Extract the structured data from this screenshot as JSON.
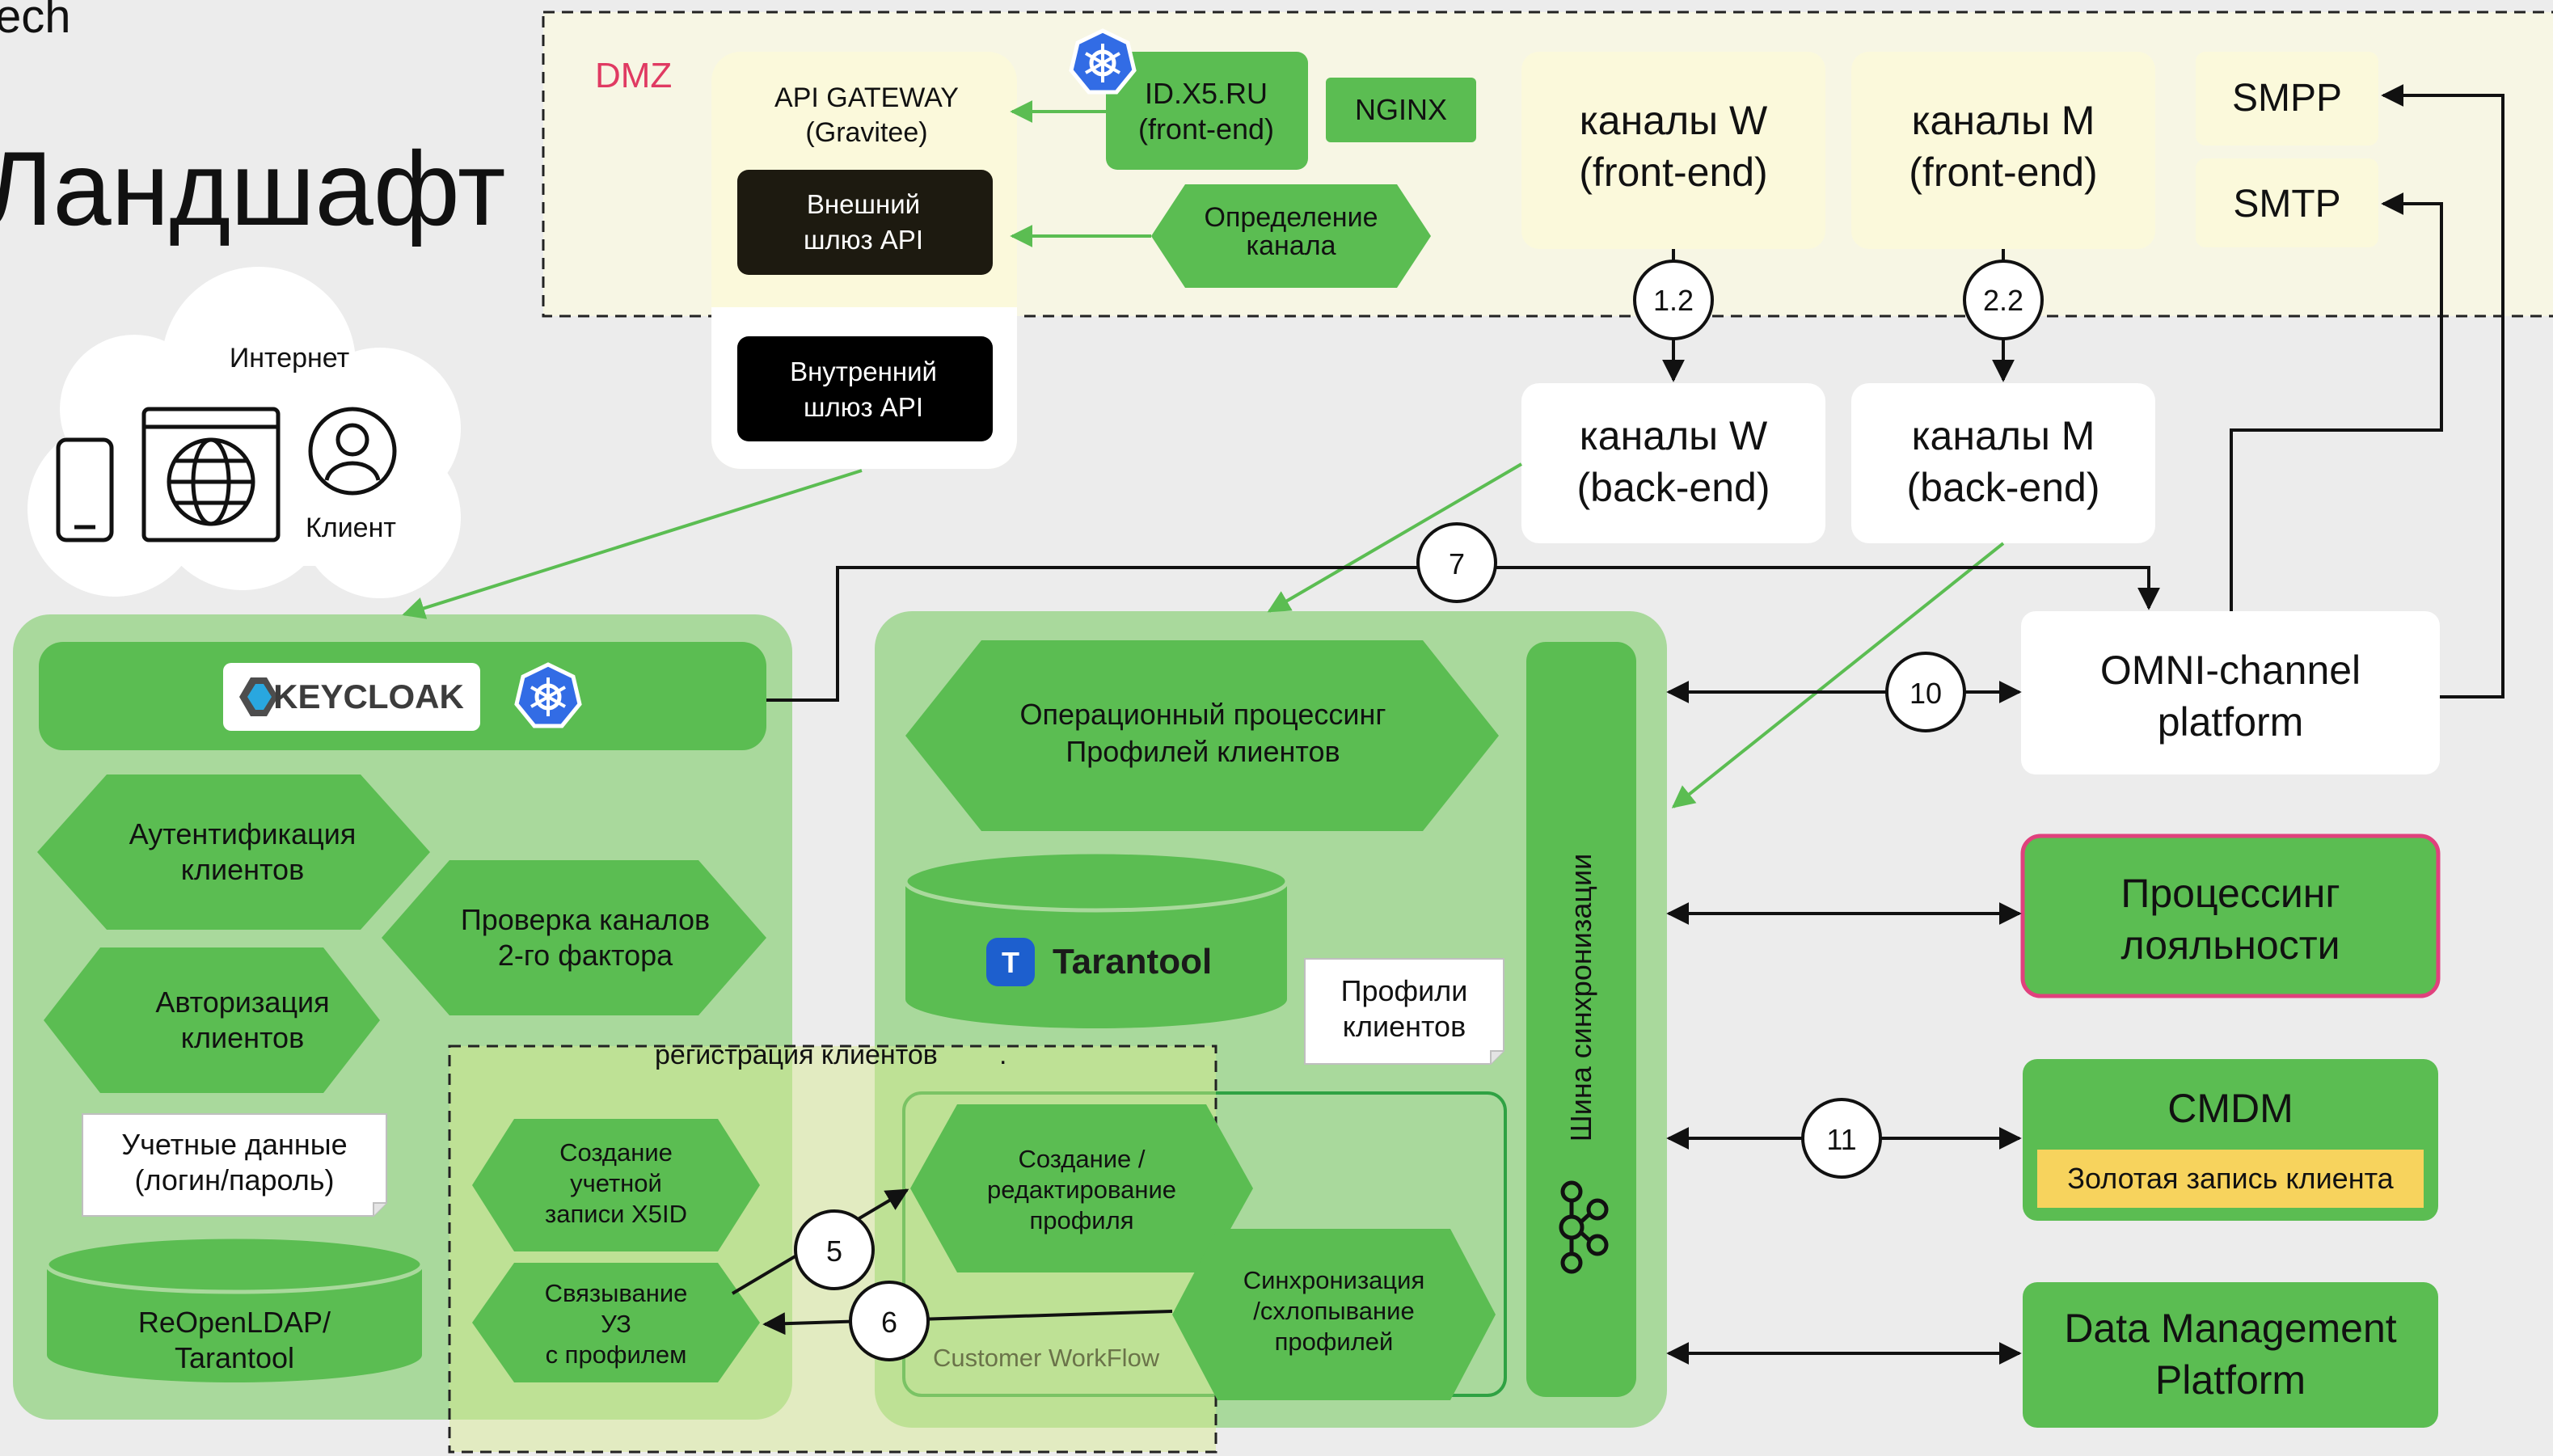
{
  "header": {
    "brand_fragment": "ech",
    "page_title": "Ландшафт"
  },
  "dmz": {
    "label": "DMZ",
    "api_gateway": {
      "title": "API GATEWAY",
      "subtitle": "(Gravitee)"
    },
    "external_gateway": [
      "Внешний",
      "шлюз API"
    ],
    "internal_gateway": [
      "Внутренний",
      "шлюз API"
    ],
    "id_x5": [
      "ID.X5.RU",
      "(front-end)"
    ],
    "nginx": "NGINX",
    "channel_detection": [
      "Определение",
      "канала"
    ],
    "channels_w_front": [
      "каналы W",
      "(front-end)"
    ],
    "channels_m_front": [
      "каналы М",
      "(front-end)"
    ],
    "smpp": "SMPP",
    "smtp": "SMTP"
  },
  "internet": {
    "label": "Интернет",
    "client": "Клиент"
  },
  "backends": {
    "channels_w_back": [
      "каналы W",
      "(back-end)"
    ],
    "channels_m_back": [
      "каналы М",
      "(back-end)"
    ]
  },
  "steps": {
    "s12": "1.2",
    "s22": "2.2",
    "s7": "7",
    "s10": "10",
    "s11": "11",
    "s5": "5",
    "s6": "6"
  },
  "auth_zone": {
    "keycloak": "KEYCLOAK",
    "authentication": [
      "Аутентификация",
      "клиентов"
    ],
    "second_factor": [
      "Проверка каналов",
      "2-го фактора"
    ],
    "authorization": [
      "Авторизация",
      "клиентов"
    ],
    "credentials": [
      "Учетные данные",
      "(логин/пароль)"
    ],
    "ldap": [
      "ReOpenLDAP/",
      "Tarantool"
    ]
  },
  "registration": {
    "label": "регистрация клиентов",
    "trailing_dot": ".",
    "create_account": [
      "Создание",
      "учетной",
      "записи X5ID"
    ],
    "link_account": [
      "Связывание",
      "УЗ",
      "с профилем"
    ]
  },
  "profile_zone": {
    "operational": [
      "Операционный процессинг",
      "Профилей клиентов"
    ],
    "tarantool": "Tarantool",
    "profiles_note": [
      "Профили",
      "клиентов"
    ],
    "create_edit": [
      "Создание /",
      "редактирование",
      "профиля"
    ],
    "sync_merge": [
      "Синхронизация",
      "/схлопывание",
      "профилей"
    ],
    "workflow": "Customer WorkFlow",
    "sync_bus": "Шина синхронизации"
  },
  "right": {
    "omni": [
      "OMNI-channel",
      "platform"
    ],
    "loyalty": [
      "Процессинг",
      "лояльности"
    ],
    "cmdm": "CMDM",
    "golden_record": "Золотая запись клиента",
    "dmp": [
      "Data Management",
      "Platform"
    ]
  },
  "colors": {
    "green": "#5bbd52",
    "light_green_zone": "#a9d99c",
    "dmz_bg": "#f7f6e4",
    "cream": "#fbf9db",
    "loyalty_border": "#e0417d",
    "dmz_label": "#e03a62",
    "golden": "#f7d35d",
    "kubernetes": "#326ce5"
  },
  "icons": [
    "kubernetes-icon",
    "phone-icon",
    "globe-browser-icon",
    "user-icon",
    "cloud-icon",
    "tarantool-icon",
    "kafka-icon",
    "keycloak-logo"
  ]
}
